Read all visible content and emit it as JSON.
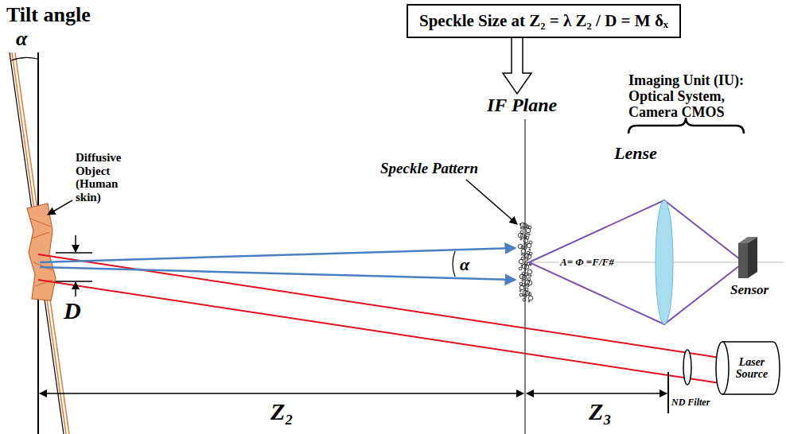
{
  "diagram": {
    "nodes": [
      {
        "text": [
          "Speckle Size at Z₂ = λ Z₂ / D = M δₓ"
        ]
      },
      {
        "text": [
          "Laser Source"
        ]
      }
    ],
    "labels": [
      "Tilt angle",
      "α",
      "Diffusive Object (Human skin)",
      "D",
      "Speckle Pattern",
      "α",
      "IF Plane",
      "Imaging Unit (IU): Optical System, Camera CMOS",
      "Lense",
      "A= Φ =F/F#",
      "Sensor",
      "ND Filter",
      "Z₂",
      "Z₃"
    ]
  }
}
